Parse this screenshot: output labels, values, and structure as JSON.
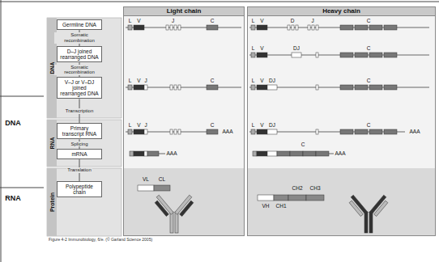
{
  "diagram": {
    "caption": "Figure 4-2 Immunobiology, 6/e. (© Garland Science 2005)",
    "nodes": [
      {
        "text": [
          "Light chain"
        ]
      },
      {
        "text": [
          "Heavy chain"
        ]
      },
      {
        "text": [
          "DNA"
        ]
      },
      {
        "text": [
          "Germline DNA"
        ],
        "in": 2
      },
      {
        "text": [
          "D–J joined rearranged DNA"
        ],
        "in": 2
      },
      {
        "text": [
          "V–J or V–DJ joined rearranged DNA"
        ],
        "in": 2
      },
      {
        "text": [
          "RNA"
        ]
      },
      {
        "text": [
          "Primary transcript RNA"
        ],
        "in": 6
      },
      {
        "text": [
          "mRNA"
        ],
        "in": 6
      },
      {
        "text": [
          "Protein"
        ]
      },
      {
        "text": [
          "Polypeptide chain"
        ],
        "in": 9
      }
    ],
    "edges": [
      {
        "from": 3,
        "to": 4,
        "arrow": "none",
        "label": "Somatic recombination"
      },
      {
        "from": 4,
        "to": 5,
        "arrow": "none",
        "label": "Somatic recombination"
      },
      {
        "from": 5,
        "to": 7,
        "arrow": "none",
        "label": "Transcription"
      },
      {
        "from": 7,
        "to": 8,
        "arrow": "none",
        "label": "Splicing"
      },
      {
        "from": 8,
        "to": 10,
        "arrow": "none",
        "label": "Translation"
      }
    ],
    "labels": [
      "DNA",
      "RNA",
      "L",
      "V",
      "J",
      "C",
      "L",
      "V",
      "D",
      "J",
      "C",
      "L",
      "V",
      "DJ",
      "C",
      "L",
      "V",
      "J",
      "C",
      "L",
      "V",
      "DJ",
      "C",
      "L",
      "V",
      "J",
      "C",
      "AAA",
      "L",
      "V",
      "DJ",
      "C",
      "AAA",
      "AAA",
      "C",
      "AAA",
      "VL",
      "CL",
      "CH2",
      "CH3",
      "VH",
      "CH1"
    ]
  }
}
